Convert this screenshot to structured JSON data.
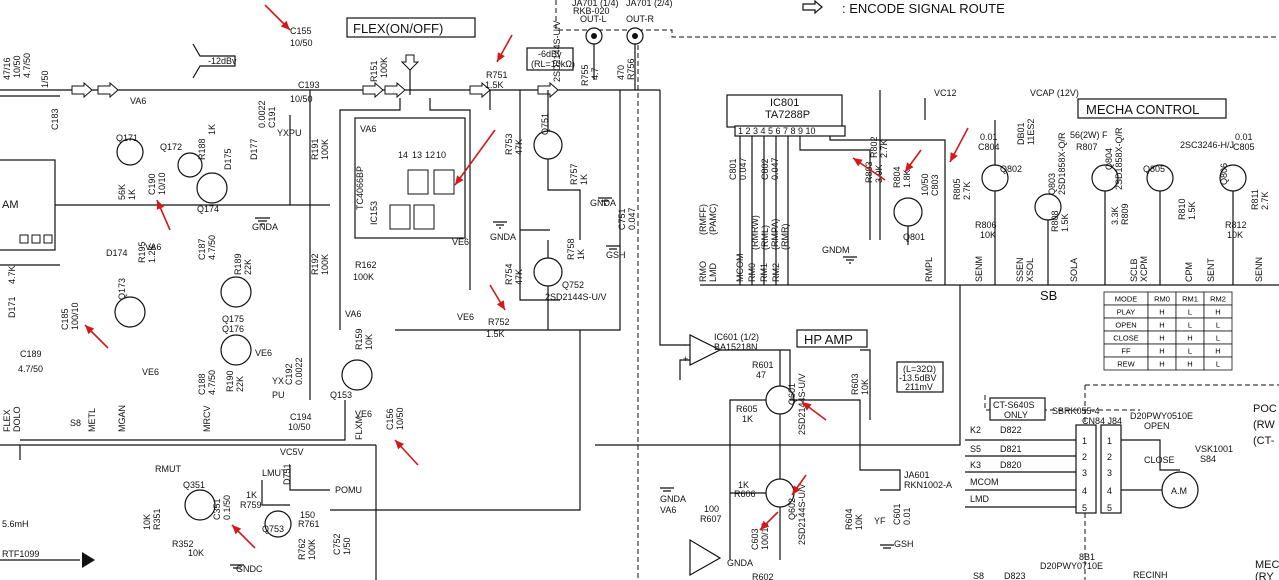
{
  "legend": {
    "route_label": ": ENCODE SIGNAL ROUTE"
  },
  "headers": {
    "flex": "FLEX(ON/OFF)",
    "mecha": "MECHA CONTROL",
    "hp_amp": "HP AMP",
    "sb": "SB",
    "ct_only": "CT-S640S",
    "ct_only2": "ONLY",
    "poc": "POC",
    "rw": "(RW",
    "ct": "(CT-",
    "mec": "MEC",
    "ry": "(RY"
  },
  "jacks": {
    "ja701_1": "JA701 (1/4)",
    "ja701_1b": "RKB-020",
    "ja701_2": "JA701 (2/4)",
    "out_l": "OUT-L",
    "out_r": "OUT-R",
    "level_note": "-6dBv",
    "level_note2": "(RL=10kΩ)",
    "ja601": "JA601",
    "ja601b": "RKN1002-A",
    "hp_note1": "(L=32Ω)",
    "hp_note2": "-13.5dBV",
    "hp_note3": "211mV",
    "dB_left": "-12dBv"
  },
  "ics": {
    "ic801": "IC801",
    "ic801_part": "TA7288P",
    "ic153": "IC153",
    "ic153_part": "TC4066BP",
    "ic601": "IC601 (1/2)",
    "ic601_part": "BA15218N",
    "am": "AM"
  },
  "labels": {
    "c155": "C155",
    "c155v": "10/50",
    "r151": "R151",
    "r151v": "100K",
    "c193": "C193",
    "c193v": "10/50",
    "r751": "R751",
    "r751v": "1.5K",
    "r755": "R755",
    "r755v": "4.7",
    "r756": "R756",
    "r756v": "470",
    "q751": "Q751",
    "q751p": "2SD2144S-U/V",
    "r753": "R753",
    "r753v": "47K",
    "r757": "R757",
    "r757v": "1K",
    "c751": "C751",
    "c751v": "0.047",
    "gnda": "GNDA",
    "r758": "R758",
    "r758v": "1K",
    "gsh": "GSH",
    "r754": "R754",
    "r754v": "47K",
    "q752": "Q752",
    "q752p": "2SD2144S-U/V",
    "r752": "R752",
    "r752v": "1.5K",
    "ve6": "VE6",
    "va6": "VA6",
    "q171": "Q171",
    "q172": "Q172",
    "q174": "Q174",
    "q173": "Q173",
    "q175": "Q175",
    "q176": "Q176",
    "q153": "Q153",
    "c190": "C190",
    "c190v": "10/10",
    "r188": "R188",
    "r188v": "1K",
    "d175": "D175",
    "d177": "D177",
    "d174": "D174",
    "c191": "C191",
    "c191v": "0.0022",
    "r191": "R191",
    "r191v": "100K",
    "r192": "R192",
    "r192v": "100K",
    "r162": "R162",
    "r162v": "100K",
    "c187": "C187",
    "c187v": "4.7/50",
    "r189": "R189",
    "r189v": "22K",
    "r190": "R190",
    "r190v": "22K",
    "c188": "C188",
    "c188v": "4.7/50",
    "c192": "C192",
    "c192v": "0.0022",
    "r159": "R159",
    "r159v": "10K",
    "c194": "C194",
    "c194v": "10/50",
    "c156": "C156",
    "c156v": "10/50",
    "c185": "C185",
    "c185v": "100/10",
    "c189": "C189",
    "c189v": "4.7/50",
    "r195": "R195",
    "r195v": "1.2K",
    "k56": "56K",
    "yx": "YX",
    "pu": "PU",
    "ypu": "YXPU",
    "flex": "FLEX",
    "dolo": "DOLO",
    "s8": "S8",
    "metl": "METL",
    "mgan": "MGAN",
    "mrcv": "MRCV",
    "flxm": "FLXM",
    "vc12": "VC12",
    "vcap": "VCAP (12V)",
    "db01": "DB01",
    "db01v": "11ES2",
    "r807": "R807",
    "r807v": "56(2W) F",
    "q804": "Q804",
    "q804p": "2SD1858X-Q/R",
    "q803": "Q803",
    "q803p": "2SD1858X-Q/R",
    "q805": "Q805",
    "q805p": "2SC3246-H/J",
    "c805": "C805",
    "c805v": "0.01",
    "q806": "Q806",
    "r811": "R811",
    "r811v": "2.7K",
    "r812": "R812",
    "r812v": "10K",
    "r810": "R810",
    "r810v": "1.5K",
    "r809": "R809",
    "r809v": "3.3K",
    "r808": "R808",
    "r808v": "1.5K",
    "c804": "C804",
    "c804v": "0.01",
    "q802": "Q802",
    "r806": "R806",
    "r806v": "10K",
    "r805": "R805",
    "r805v": "2.7K",
    "c803": "C803",
    "c803v": "10/50",
    "r804": "R804",
    "r804v": "1.8K",
    "r803": "R803",
    "r803v": "3.9K",
    "r802": "R802",
    "r802v": "2.7K",
    "q801": "Q801",
    "gndm": "GNDM",
    "c801": "C801",
    "c801v": "0.047",
    "c802": "C802",
    "c802v": "0.047",
    "rmff": "(RMFF)",
    "pamc": "(PAMC)",
    "rmrw": "(RMRW)",
    "rml": "(RML)",
    "rmpa": "(RMPA)",
    "rmr": "(RMR)",
    "rmo": "RMO",
    "lmd": "LMD",
    "mcom": "MCOM",
    "rm0": "RM0",
    "rm1": "RM1",
    "rm2": "RM2",
    "rmpl": "RMPL",
    "senm": "SENM",
    "ssen": "SSEN",
    "xsol": "XSOL",
    "sola": "SOLA",
    "sclb": "SCLB",
    "xcpm": "XCPM",
    "cpm": "CPM",
    "sent": "SENT",
    "senn": "SENN",
    "r601": "R601",
    "r601v": "47",
    "q601": "Q601",
    "q601p": "2SD2144S-U/V",
    "r605": "R605",
    "r605v": "1K",
    "r603": "R603",
    "r603v": "10K",
    "r606": "R606",
    "r606v": "1K",
    "q602": "Q602",
    "q602p": "2SD2144S-U/V",
    "r607": "R607",
    "r607v": "100",
    "c603": "C603",
    "c603v": "100/10",
    "r604": "R604",
    "r604v": "10K",
    "c601": "C601",
    "c601v": "0.01",
    "gnda2": "GNDA",
    "va6b": "VA6",
    "gnda3": "GNDA",
    "yf": "YF",
    "gsh2": "GSH",
    "r602": "R602",
    "sbrk": "SBRK055-4",
    "cn84": "CN84 J84",
    "d20p": "D20PWY0510E",
    "k2": "K2",
    "s5": "S5",
    "k3": "K3",
    "d822": "D822",
    "d821": "D821",
    "d820": "D820",
    "mcom2": "MCOM",
    "lmd2": "LMD",
    "open": "OPEN",
    "close": "CLOSE",
    "vsk": "VSK1001",
    "s84": "S84",
    "am2": "A.M",
    "rmut": "RMUT",
    "lmut": "LMUT",
    "vc5v": "VC5V",
    "d751": "D751",
    "q351": "Q351",
    "c351": "C351",
    "c351v": "0.1/50",
    "r759": "R759",
    "r759v": "1K",
    "q753": "Q753",
    "r761": "R761",
    "r761v": "150",
    "r762": "R762",
    "r762v": "100K",
    "c752": "C752",
    "c752v": "1/50",
    "r352": "R352",
    "r352v": "10K",
    "r351": "R351",
    "r351v": "10K",
    "pomu": "POMU",
    "gndc": "GNDC",
    "l6mh": "5.6mH",
    "rtf": "RTF1099",
    "d823": "D823",
    "recinh": "RECINH",
    "d20p2": "D20PWY0710E",
    "n8b1": "8B1",
    "left_c": "47/16",
    "left_c2": "10/50",
    "left_c3": "4.7/50",
    "left_c4": "1/50",
    "c183": "C183",
    "d171": "D171",
    "r4k": "4.7K",
    "vx": "YX"
  },
  "mode_table": {
    "headers": [
      "MODE",
      "RM0",
      "RM1",
      "RM2"
    ],
    "rows": [
      [
        "PLAY",
        "H",
        "L",
        "H"
      ],
      [
        "OPEN",
        "H",
        "L",
        "L"
      ],
      [
        "CLOSE",
        "H",
        "H",
        "L"
      ],
      [
        "FF",
        "H",
        "L",
        "H"
      ],
      [
        "REW",
        "H",
        "H",
        "L"
      ]
    ]
  }
}
